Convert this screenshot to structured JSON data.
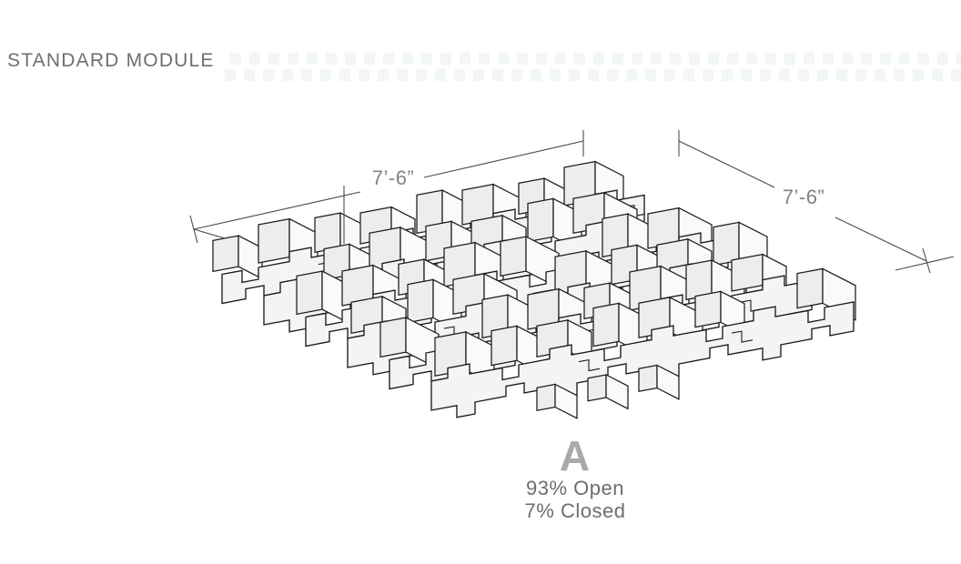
{
  "title": "STANDARD MODULE",
  "dimensions": {
    "width": "7’-6”",
    "depth": "7’-6”"
  },
  "module": {
    "letter": "A",
    "percent_open": "93% Open",
    "percent_closed": "7% Closed"
  },
  "colors": {
    "background": "#ffffff",
    "title_text": "#6d6e71",
    "dimension_text": "#808285",
    "module_letter_text": "#a7a9ac",
    "stats_text": "#6d6e71",
    "line": "#1c1c1c",
    "dim_line": "#4a4a4a",
    "panel_fill": "#f4f4f3",
    "panel_fill_light": "#fafaf9",
    "panel_fill_shade": "#ededec"
  }
}
